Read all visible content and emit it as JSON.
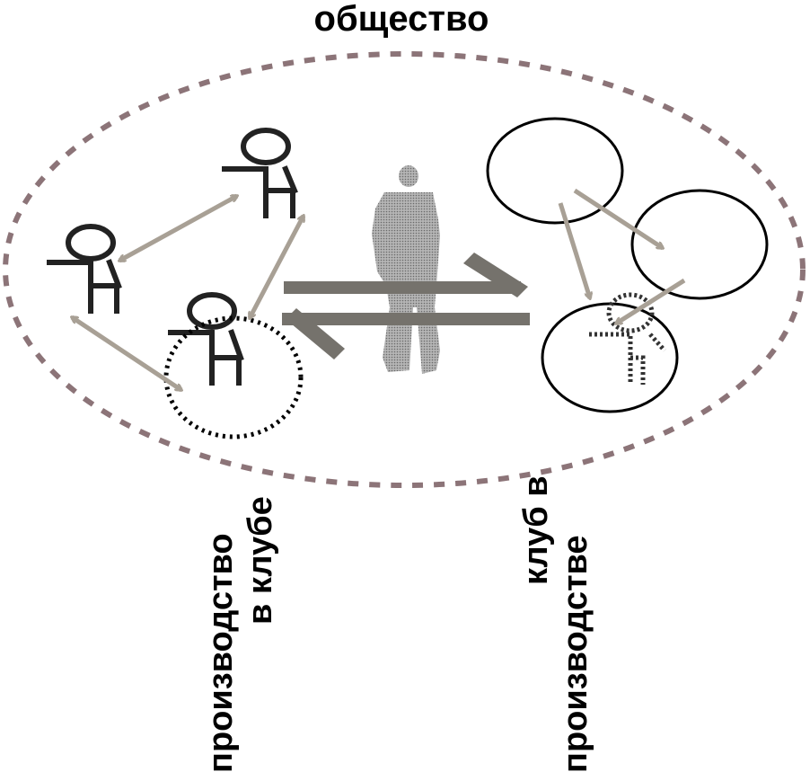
{
  "title": "общество",
  "labels": {
    "production_in_club": [
      "производство",
      "в клубе"
    ],
    "club_in_production": [
      "клуб в",
      "производстве"
    ]
  },
  "colors": {
    "society_border": "#8c7478",
    "arrow_gray": "#a8a095",
    "exchange_arrow": "#75726c",
    "person_silhouette": "#9b9b9b",
    "stroke": "#000000"
  },
  "icons": [
    "person-figure-icon",
    "businessman-silhouette-icon"
  ]
}
